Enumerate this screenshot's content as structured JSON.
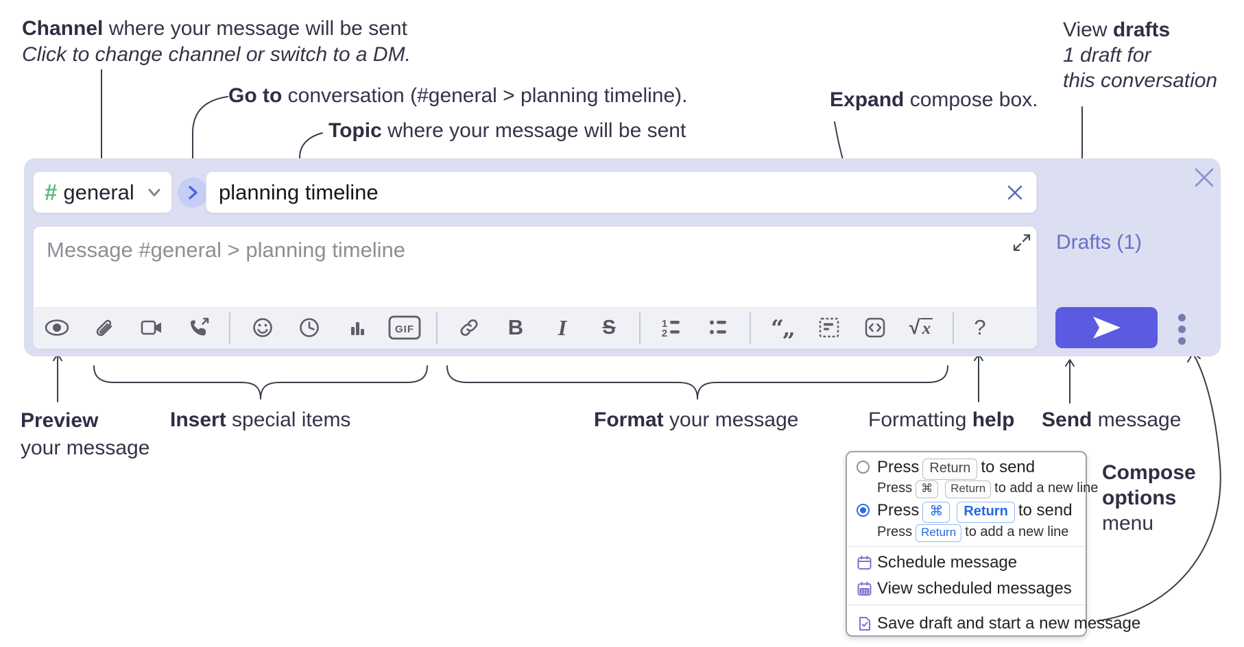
{
  "annotations": {
    "channel": {
      "bold": "Channel",
      "rest": " where your message will be sent",
      "sub": "Click to change channel or switch to a DM."
    },
    "goto": {
      "bold": "Go to",
      "rest": " conversation (#general > planning timeline)."
    },
    "topic": {
      "bold": "Topic",
      "rest": " where your message will be sent"
    },
    "expand": {
      "bold": "Expand",
      "rest": " compose box."
    },
    "view_drafts": {
      "pre": "View ",
      "bold": "drafts",
      "sub1": "1 draft for",
      "sub2": "this conversation"
    },
    "preview": {
      "bold": "Preview",
      "sub": "your message"
    },
    "insert": {
      "bold": "Insert",
      "rest": " special items"
    },
    "format": {
      "bold": "Format",
      "rest": " your message"
    },
    "formatting_help": {
      "pre": "Formatting ",
      "bold": "help"
    },
    "send": {
      "bold": "Send",
      "rest": " message"
    },
    "compose_options": {
      "bold1": "Compose",
      "bold2": "options",
      "rest": "menu"
    }
  },
  "compose": {
    "channel_hash": "#",
    "channel_name": "general",
    "topic_value": "planning timeline",
    "message_placeholder": "Message #general > planning timeline",
    "drafts_label": "Drafts (1)"
  },
  "toolbar": {
    "icons": [
      "preview",
      "attach-file",
      "video-call",
      "voice-call",
      "emoji",
      "global-time",
      "poll",
      "gif",
      "link",
      "bold",
      "italic",
      "strikethrough",
      "numbered-list",
      "bulleted-list",
      "quote",
      "spoiler",
      "code",
      "math",
      "help"
    ],
    "gif": "GIF",
    "bold": "B",
    "italic": "I",
    "strike": "S",
    "ol_1": "1",
    "ol_2": "2",
    "quote_marks": "“„",
    "sqrt": "√",
    "sqrt_x": "x",
    "help": "?"
  },
  "popup": {
    "opt1": {
      "press": "Press",
      "key1": "Return",
      "after": "to send",
      "sub_press": "Press",
      "sub_key1": "⌘",
      "sub_key2": "Return",
      "sub_after": "to add a new line"
    },
    "opt2": {
      "press": "Press",
      "key1": "⌘",
      "key2": "Return",
      "after": "to send",
      "sub_press": "Press",
      "sub_key1": "Return",
      "sub_after": "to add a new line"
    },
    "items": [
      {
        "label": "Schedule message"
      },
      {
        "label": "View scheduled messages"
      },
      {
        "label": "Save draft and start a new message"
      }
    ]
  },
  "colors": {
    "compose_bg": "#dcdff1",
    "send_button": "#5a5be0",
    "hash_green": "#5fb985",
    "drafts_link": "#6971c6",
    "close_x": "#8b93d6",
    "circle_bg": "#c7cef6",
    "circle_chevron": "#4762e8",
    "radio_selected": "#2b6be2",
    "key_blue": "#2469e3",
    "menu_icon_purple": "#7b73d2",
    "annotation_text": "#333448",
    "toolbar_icon": "#5d5e66"
  }
}
